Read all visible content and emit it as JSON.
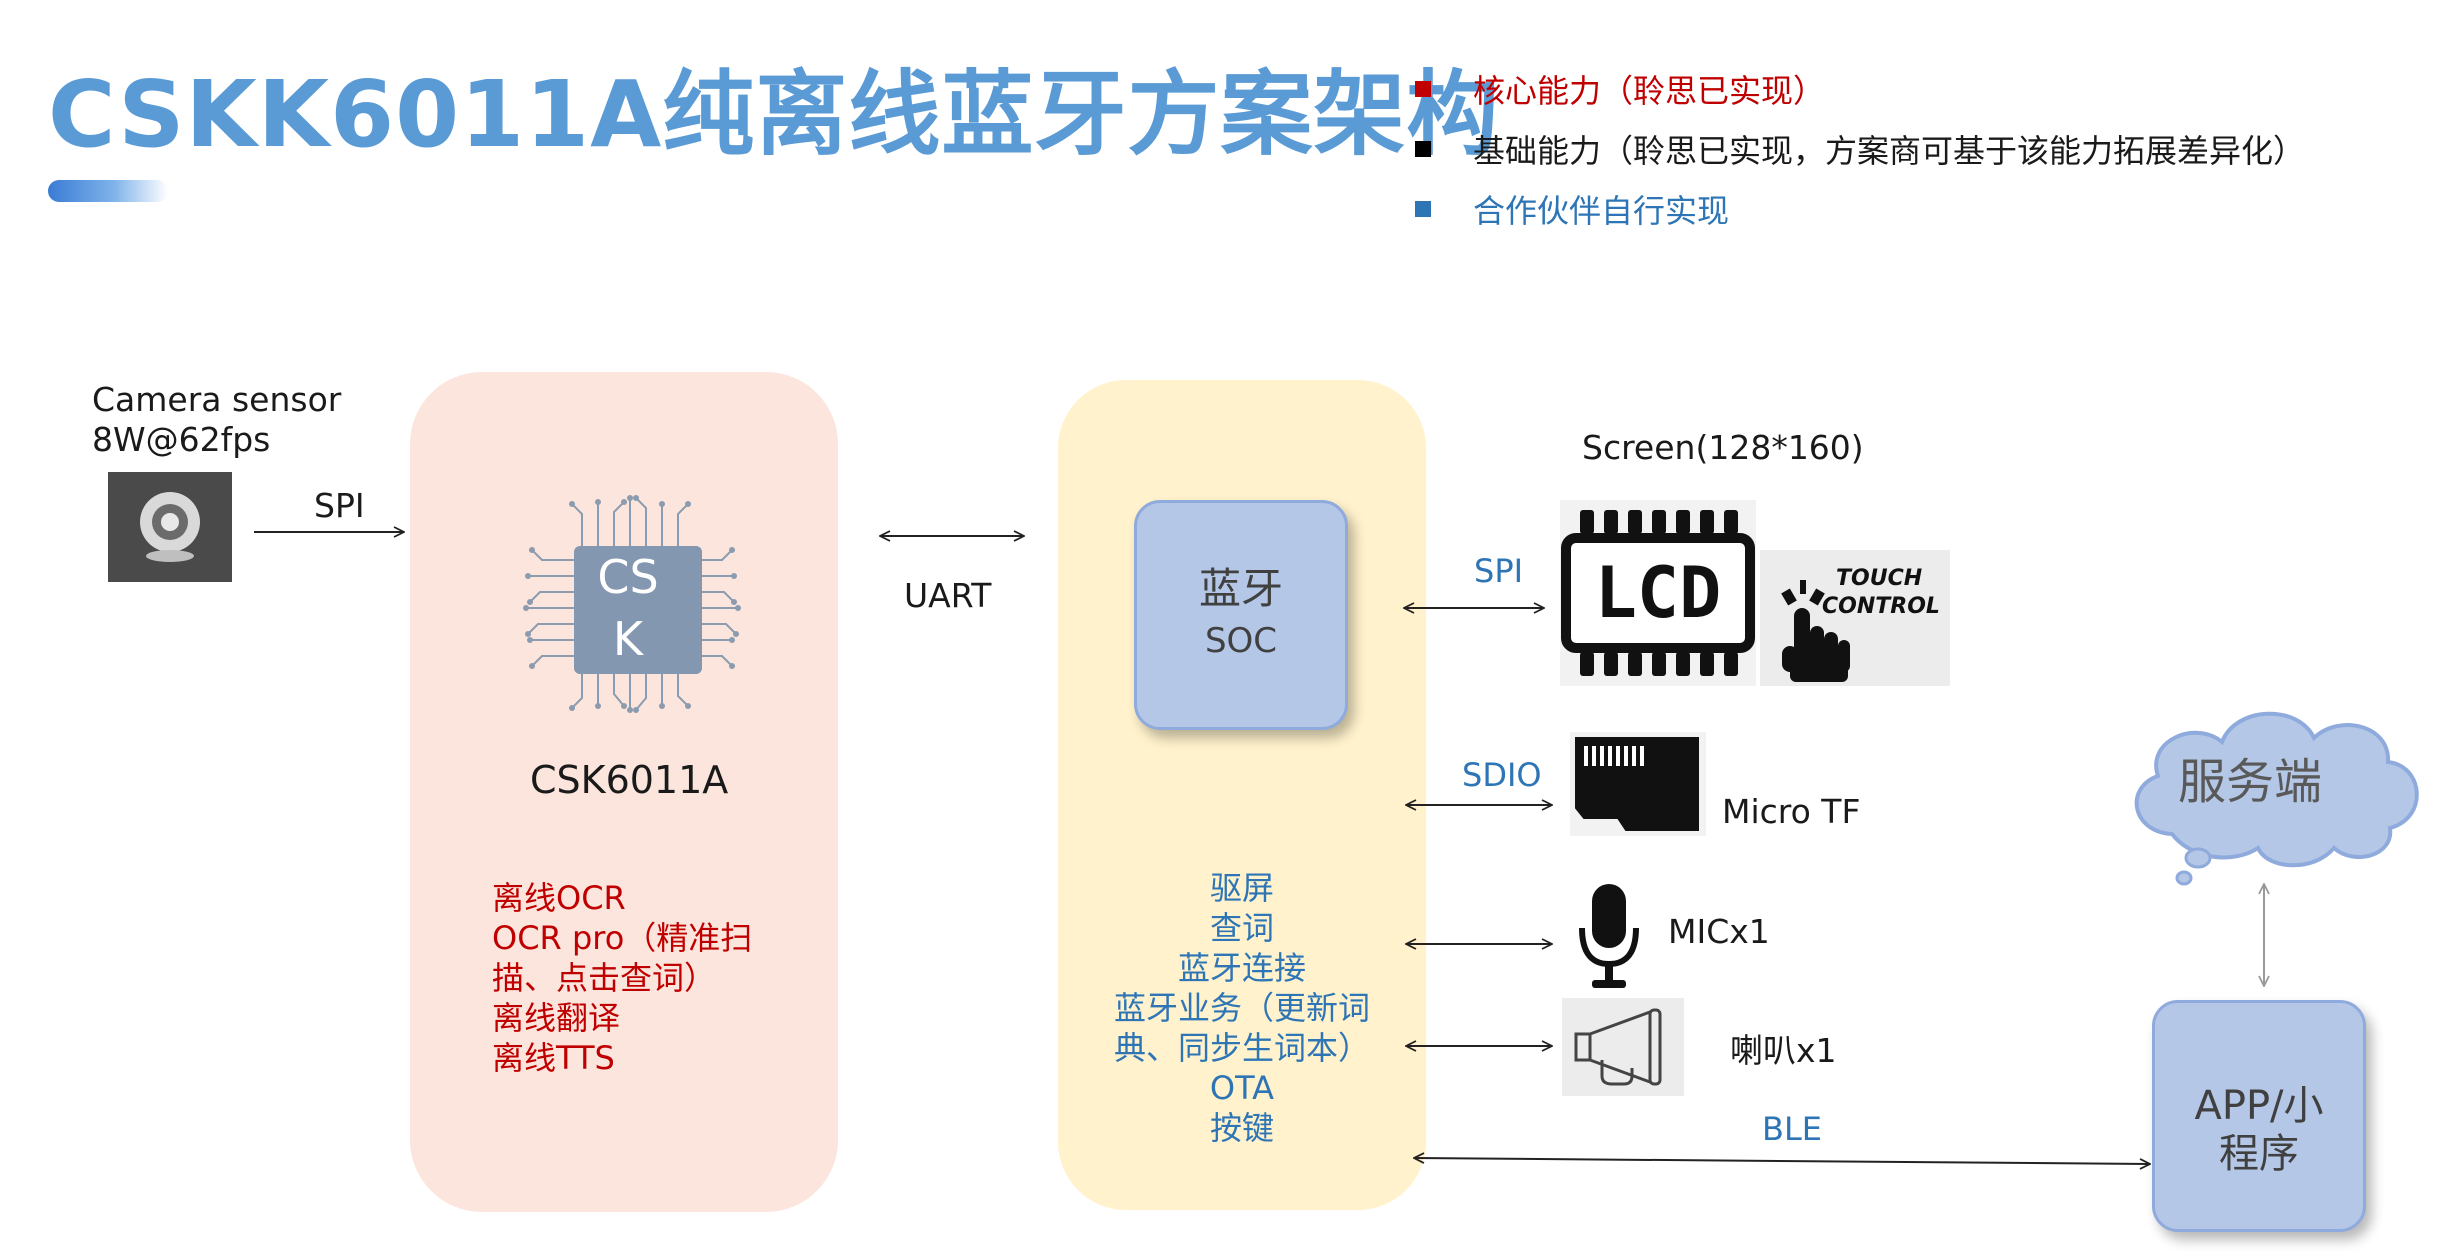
{
  "title": "CSKK6011A纯离线蓝牙方案架构",
  "legend": [
    {
      "label": "核心能力（聆思已实现）",
      "color": "#c00000",
      "text_color": "#c00000"
    },
    {
      "label": "基础能力（聆思已实现，方案商可基于该能力拓展差异化）",
      "color": "#000000",
      "text_color": "#1a1a1a"
    },
    {
      "label": "合作伙伴自行实现",
      "color": "#2e75b6",
      "text_color": "#2e75b6"
    }
  ],
  "camera": {
    "line1": "Camera sensor",
    "line2": "8W@62fps",
    "icon": "webcam-icon"
  },
  "links": {
    "spi_camera": "SPI",
    "uart": "UART",
    "spi_screen": "SPI",
    "sdio": "SDIO",
    "ble": "BLE"
  },
  "csk": {
    "chip_text_line1": "CS",
    "chip_text_line2": "K",
    "name": "CSK6011A",
    "features": [
      "离线OCR",
      "OCR pro（精准扫",
      "描、点击查词）",
      "离线翻译",
      "离线TTS"
    ]
  },
  "bt": {
    "soc_line1": "蓝牙",
    "soc_line2": "SOC",
    "features": [
      "驱屏",
      "查词",
      "蓝牙连接",
      "蓝牙业务（更新词",
      "典、同步生词本）",
      "OTA",
      "按键"
    ]
  },
  "peripherals": {
    "screen_title": "Screen(128*160)",
    "lcd_text": "LCD",
    "touch_line1": "TOUCH",
    "touch_line2": "CONTROL",
    "micro_tf": "Micro TF",
    "mic": "MICx1",
    "speaker": "喇叭x1"
  },
  "server": {
    "label": "服务端"
  },
  "app": {
    "line1": "APP/小",
    "line2": "程序"
  }
}
